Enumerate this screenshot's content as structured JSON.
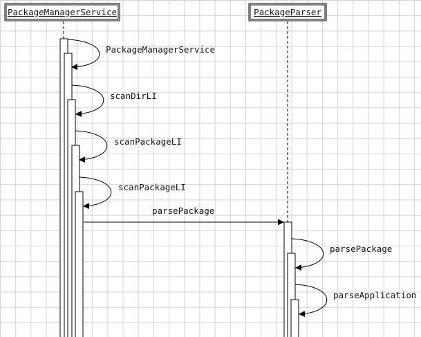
{
  "participants": [
    {
      "id": "pms",
      "name": "PackageManagerService"
    },
    {
      "id": "pp",
      "name": "PackageParser"
    }
  ],
  "messages": [
    {
      "id": "m1",
      "label": "PackageManagerService",
      "type": "self"
    },
    {
      "id": "m2",
      "label": "scanDirLI",
      "type": "self"
    },
    {
      "id": "m3",
      "label": "scanPackageLI",
      "type": "self"
    },
    {
      "id": "m4",
      "label": "scanPackageLI",
      "type": "self"
    },
    {
      "id": "m5",
      "label": "parsePackage",
      "type": "call"
    },
    {
      "id": "m6",
      "label": "parsePackage",
      "type": "self"
    },
    {
      "id": "m7",
      "label": "parseApplication",
      "type": "self"
    }
  ]
}
